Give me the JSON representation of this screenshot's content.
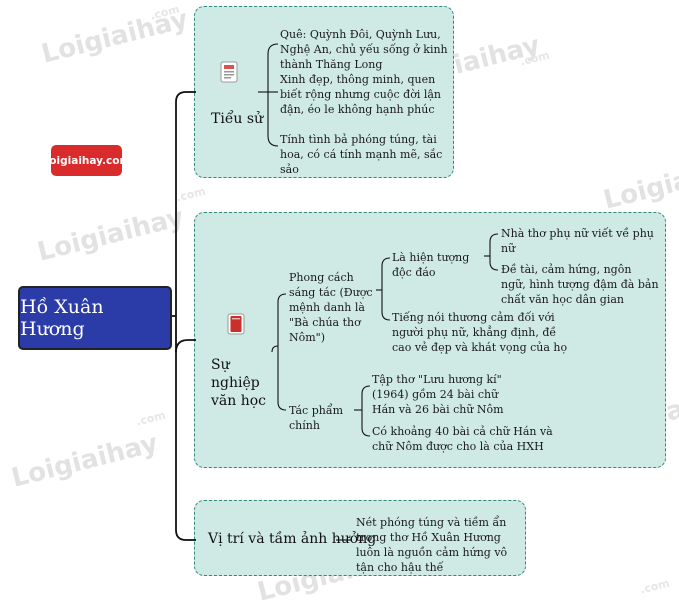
{
  "central": "Hồ Xuân Hương",
  "logo_text": "Loigiaihay.com",
  "watermark": "Loigiaihay",
  "watermark_small": ".com",
  "branches": {
    "tieu_su": {
      "label": "Tiểu sử",
      "items": [
        "Quê: Quỳnh Đôi, Quỳnh Lưu, Nghệ An, chủ yếu sống ở kinh thành Thăng Long",
        "Xinh đẹp, thông minh, quen biết rộng nhưng cuộc đời lận đận, éo le không hạnh phúc",
        "Tính tình bả phóng túng, tài hoa, có cá tính mạnh mẽ, sắc sảo"
      ]
    },
    "su_nghiep": {
      "label": "Sự nghiệp văn học",
      "phong_cach": {
        "label": "Phong cách sáng tác (Được mệnh danh là \"Bà chúa thơ Nôm\")",
        "hien_tuong": {
          "label": "Là hiện tượng độc đáo",
          "items": [
            "Nhà thơ phụ nữ viết về phụ nữ",
            "Đề tài, cảm hứng, ngôn ngữ, hình tượng đậm đà bản chất văn học dân gian"
          ]
        },
        "tieng_noi": "Tiếng nói thương cảm đối với người phụ nữ, khẳng định, đề cao vẻ đẹp và khát vọng của họ"
      },
      "tac_pham": {
        "label": "Tác phẩm chính",
        "items": [
          "Tập thơ \"Lưu hương kí\" (1964) gồm 24 bài chữ Hán và 26 bài chữ Nôm",
          "Có khoảng 40 bài cả chữ Hán và chữ Nôm được cho là của HXH"
        ]
      }
    },
    "vi_tri": {
      "label": "Vị trí và tầm ảnh hưởng",
      "text": "Nét phóng túng và tiềm ẩn trong thơ Hồ Xuân Hương luôn là nguồn cảm hứng vô tận cho hậu thế"
    }
  },
  "colors": {
    "central_bg": "#2b3ba8",
    "panel_bg": "#cfe9e4",
    "panel_border": "#2e8a7e",
    "logo_bg": "#d92b2b"
  }
}
